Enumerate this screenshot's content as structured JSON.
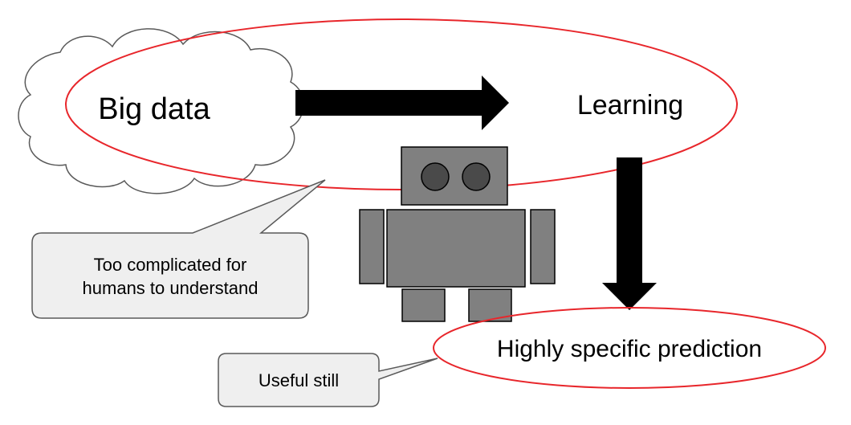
{
  "nodes": {
    "big_data": "Big data",
    "learning": "Learning",
    "prediction": "Highly specific prediction"
  },
  "callouts": {
    "complicated_line1": "Too complicated for",
    "complicated_line2": "humans to understand",
    "useful": "Useful still"
  },
  "colors": {
    "ellipse_outline": "#e8262b",
    "arrow": "#000000",
    "robot_fill": "#808080",
    "robot_eye_fill": "#4a4a4a",
    "callout_fill": "#efefef",
    "callout_stroke": "#595959",
    "cloud_stroke": "#595959"
  },
  "icons": {
    "cloud": "cloud-icon",
    "robot": "robot-icon"
  }
}
